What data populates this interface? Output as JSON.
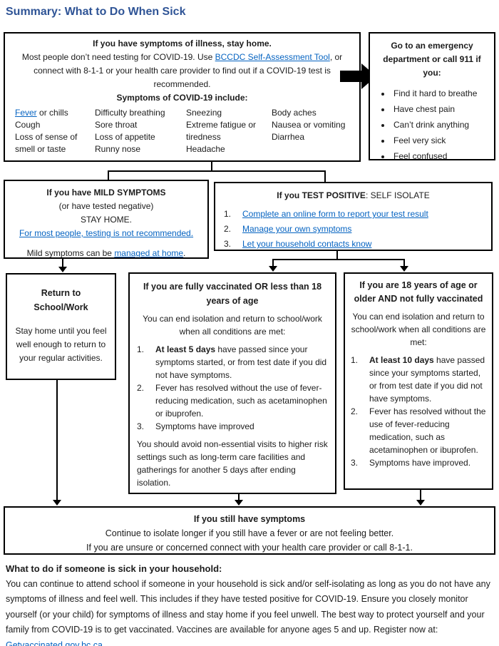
{
  "page": {
    "title": "Summary: What to Do When Sick"
  },
  "colors": {
    "title": "#2F5496",
    "link": "#0563C1",
    "border": "#000000"
  },
  "icons": {
    "flow_arrow_right": "solid black right arrow",
    "flow_arrow_down": "solid black down arrowhead",
    "bullet": "•"
  },
  "top_box": {
    "heading": "If you have symptoms of illness, stay home.",
    "line2_pre": "Most people don’t need testing for COVID-19. Use ",
    "line2_link": "BCCDC Self-Assessment Tool",
    "line2_post": ", or connect with 8-1-1 or your health care provider to find out if a COVID-19 test is recommended.",
    "symptoms_heading": "Symptoms of COVID-19 include:",
    "col1_link": "Fever",
    "col1_rest": " or chills",
    "col1_items": [
      "Cough",
      "Loss of sense of smell or taste"
    ],
    "col2_items": [
      "Difficulty breathing",
      "Sore throat",
      "Loss of appetite",
      "Runny nose"
    ],
    "col3_items": [
      "Sneezing",
      "Extreme fatigue or tiredness",
      "Headache"
    ],
    "col4_items": [
      "Body aches",
      "Nausea or vomiting",
      "Diarrhea"
    ]
  },
  "emergency_box": {
    "heading": "Go to an emergency department or call 911 if you:",
    "bullets": [
      "Find it hard to breathe",
      "Have chest pain",
      "Can’t drink anything",
      "Feel very sick",
      "Feel confused"
    ]
  },
  "mild_box": {
    "heading": "If you have MILD SYMPTOMS",
    "line2": "(or have tested negative)",
    "line3": "STAY HOME.",
    "link": "For most people, testing is not recommended.",
    "line5_pre": "Mild symptoms can be ",
    "line5_link": "managed at home",
    "line5_post": "."
  },
  "test_positive_box": {
    "heading_bold": "If you TEST POSITIVE",
    "heading_rest": ": SELF ISOLATE",
    "items": [
      {
        "num": "1.",
        "label": "Complete an online form to report your test result"
      },
      {
        "num": "2.",
        "label": "Manage your own symptoms"
      },
      {
        "num": "3.",
        "label": "Let your household contacts know"
      }
    ]
  },
  "return_box": {
    "heading": "Return to School/Work",
    "body": "Stay home until you feel well enough to return to your regular activities."
  },
  "vaccinated_box": {
    "heading": "If you are fully vaccinated OR less than 18 years of age",
    "intro": "You can end isolation and return to school/work when all conditions are met:",
    "items": [
      {
        "num": "1.",
        "bold": "At least 5 days",
        "text": " have passed since your symptoms started, or from test date if you did not have symptoms."
      },
      {
        "num": "2.",
        "bold": "",
        "text": "Fever has resolved without the use of fever-reducing medication, such as acetaminophen or ibuprofen."
      },
      {
        "num": "3.",
        "bold": "",
        "text": "Symptoms have improved"
      }
    ],
    "outro": "You should avoid non-essential visits to higher risk settings such as long-term care facilities and gatherings for another 5 days after ending isolation."
  },
  "older_box": {
    "heading": "If you are 18 years of age or older AND not fully vaccinated",
    "intro": "You can end isolation and return to school/work when all conditions are met:",
    "items": [
      {
        "num": "1.",
        "bold": "At least 10 days",
        "text": " have passed since your symptoms started, or from test date if you did not have symptoms."
      },
      {
        "num": "2.",
        "bold": "",
        "text": "Fever has resolved without the use of fever-reducing medication, such as acetaminophen or ibuprofen."
      },
      {
        "num": "3.",
        "bold": "",
        "text": "Symptoms have improved."
      }
    ]
  },
  "still_box": {
    "heading": "If you still have symptoms",
    "line2": "Continue to isolate longer if you still have a fever or are not feeling better.",
    "line3": "If you are unsure or concerned connect with your health care provider or call 8-1-1."
  },
  "household": {
    "heading": "What to do if someone is sick in your household:",
    "body": "You can continue to attend school if someone in your household is sick and/or self-isolating as long as you do not have any symptoms of illness and feel well. This includes if they have tested positive for COVID-19. Ensure you closely monitor yourself (or your child) for symptoms of illness and stay home if you feel unwell. The best way to protect yourself and your family from COVID-19 is to get vaccinated. Vaccines are available for anyone ages 5 and up. Register now at:",
    "link": "Getvaccinated.gov.bc.ca"
  }
}
